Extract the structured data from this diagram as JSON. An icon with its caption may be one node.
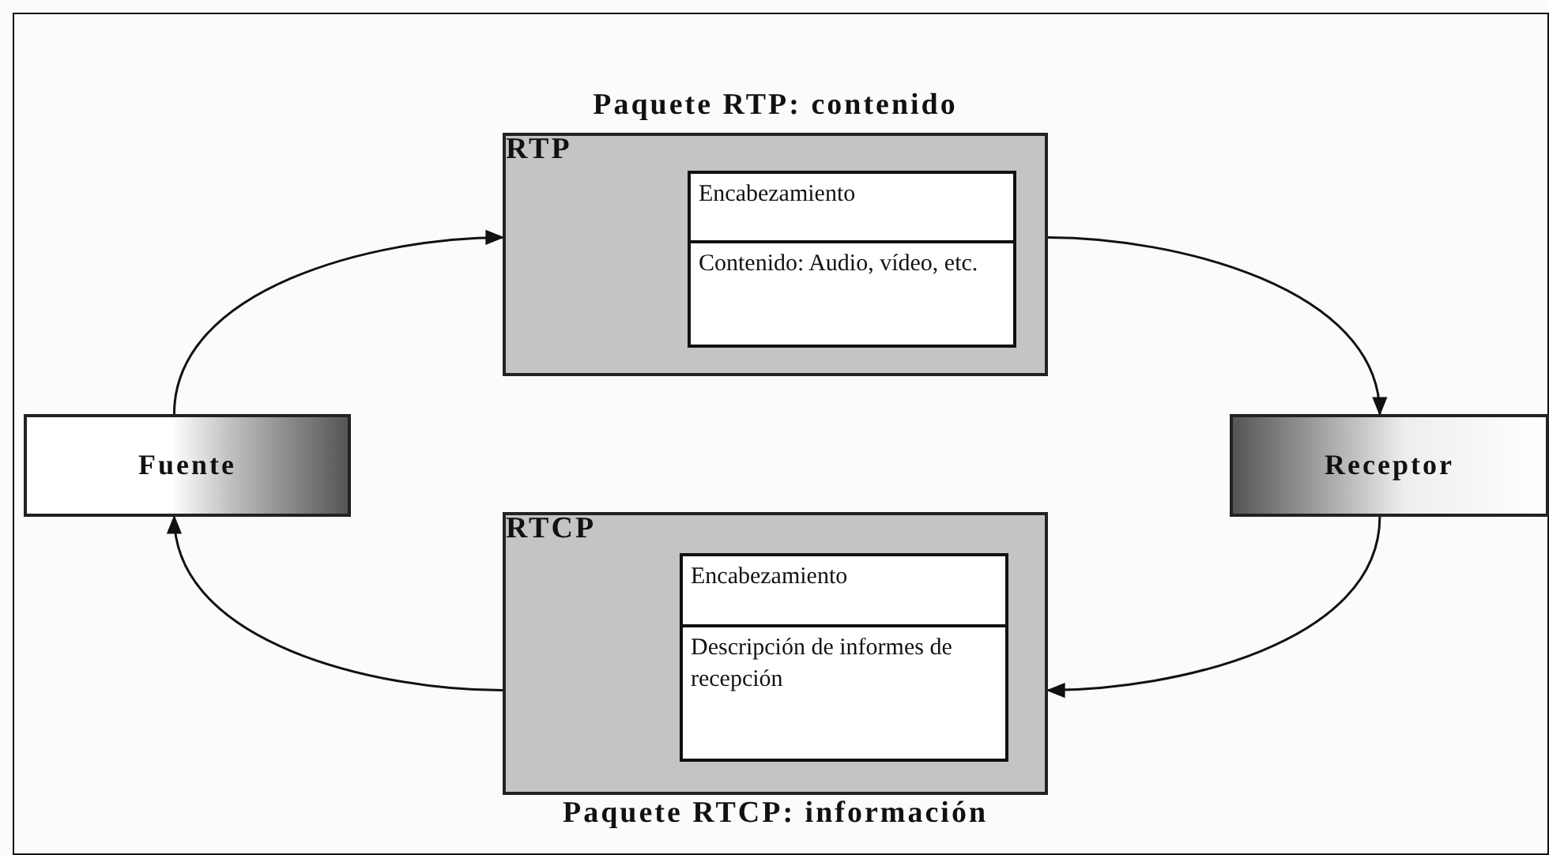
{
  "diagram": {
    "nodes": [
      {
        "text": [
          "Fuente"
        ]
      },
      {
        "text": [
          "Paquete RTP: contenido",
          "RTP"
        ]
      },
      {
        "text": [
          "Encabezamiento"
        ],
        "in": 1
      },
      {
        "text": [
          "Contenido: Audio, vídeo, etc."
        ],
        "in": 1
      },
      {
        "text": [
          "Receptor"
        ]
      },
      {
        "text": [
          "RTCP",
          "Paquete RTCP: información"
        ]
      },
      {
        "text": [
          "Encabezamiento"
        ],
        "in": 5
      },
      {
        "text": [
          "Descripción de informes de recepción"
        ],
        "in": 5
      }
    ],
    "edges": [
      {
        "from": 0,
        "to": 1,
        "arrow": "to"
      },
      {
        "from": 1,
        "to": 4,
        "arrow": "to"
      },
      {
        "from": 4,
        "to": 5,
        "arrow": "to"
      },
      {
        "from": 5,
        "to": 0,
        "arrow": "to"
      }
    ]
  }
}
